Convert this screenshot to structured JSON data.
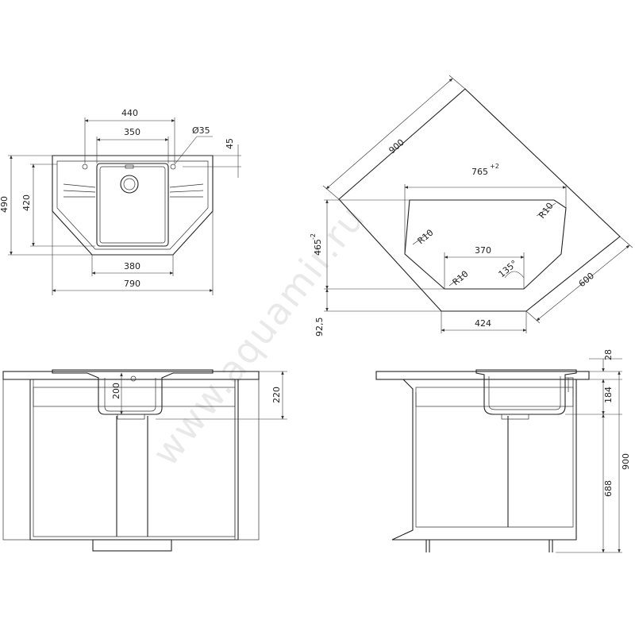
{
  "watermark": "www.aquamir.ru",
  "top_view": {
    "dim_440": "440",
    "dim_350": "350",
    "dim_d35": "Ø35",
    "dim_45": "45",
    "dim_490": "490",
    "dim_420": "420",
    "dim_380": "380",
    "dim_790": "790"
  },
  "corner_view": {
    "dim_900": "900",
    "dim_765": "765",
    "dim_765_sup": "+2",
    "dim_465": "465",
    "dim_465_sup": "-2",
    "dim_r10_a": "R10",
    "dim_r10_b": "R10",
    "dim_r10_c": "R10",
    "dim_370": "370",
    "dim_135": "135°",
    "dim_600": "600",
    "dim_925": "92,5",
    "dim_424": "424"
  },
  "front_view": {
    "dim_200": "200",
    "dim_220": "220"
  },
  "side_view": {
    "dim_28": "28",
    "dim_184": "184",
    "dim_900": "900",
    "dim_688": "688"
  }
}
